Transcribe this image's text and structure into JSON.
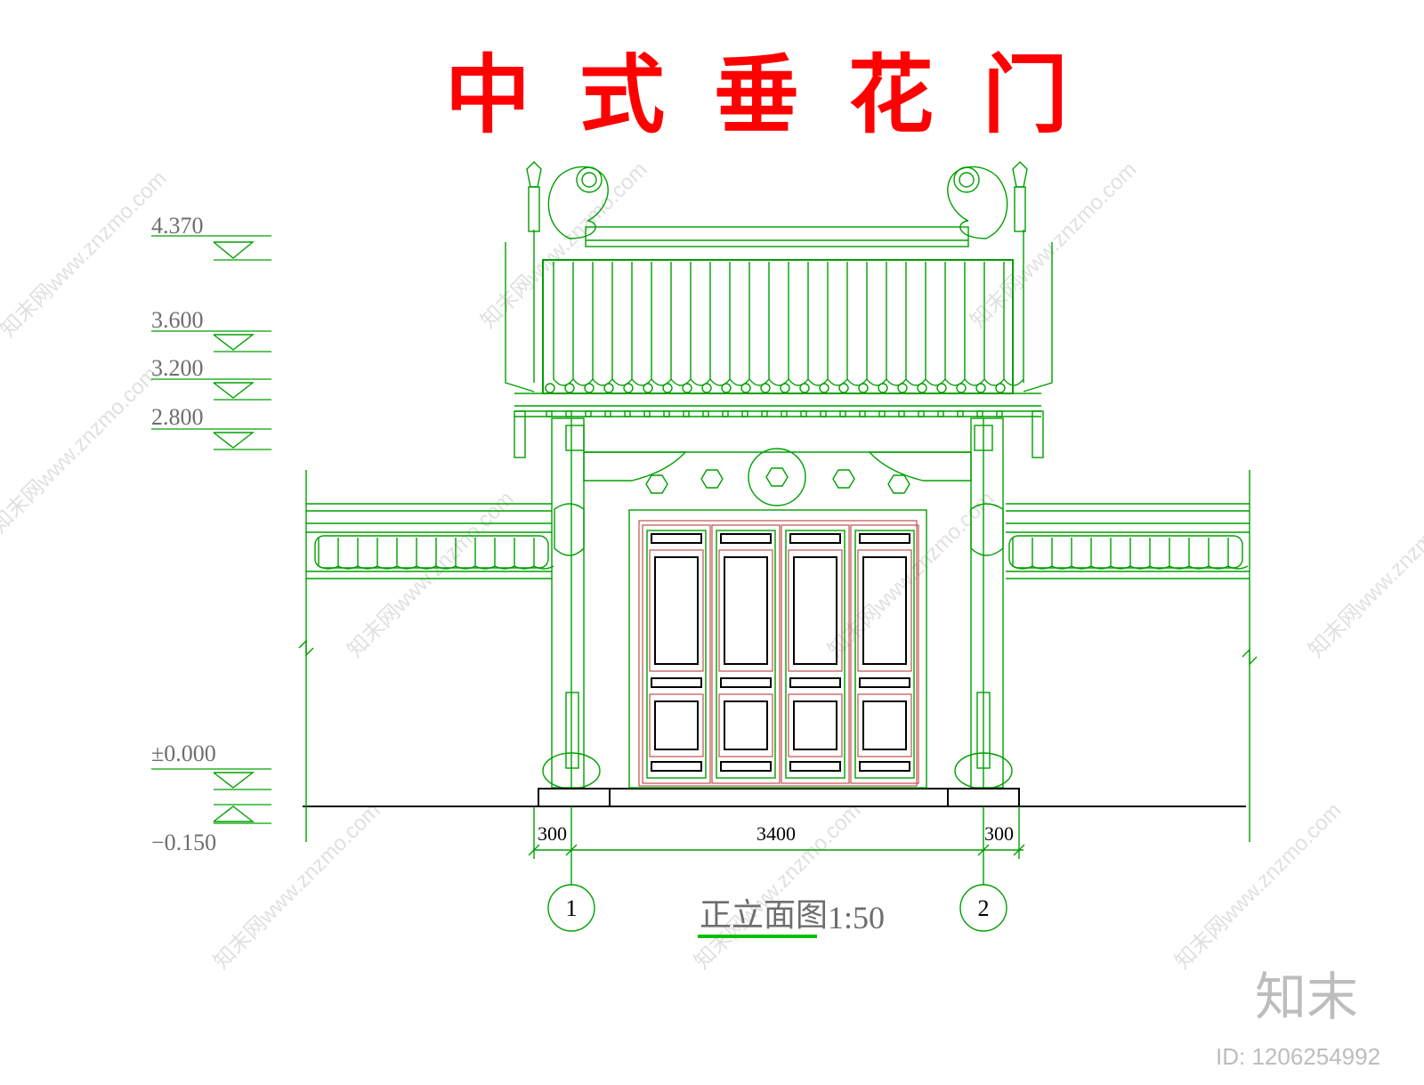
{
  "title": "中式垂花门",
  "elevations": [
    "4.370",
    "3.600",
    "3.200",
    "2.800",
    "±0.000",
    "−0.150"
  ],
  "dimensions": [
    "300",
    "3400",
    "300"
  ],
  "axes": [
    "1",
    "2"
  ],
  "caption": {
    "name": "正立面图",
    "scale": "1:50"
  },
  "watermark": "知末网www.znzmo.com",
  "brand": {
    "logo": "知末",
    "id": "ID: 1206254992"
  },
  "colors": {
    "title": "#ff0000",
    "lines": "#00a000",
    "door": "#c0504d",
    "ground": "#000000"
  }
}
